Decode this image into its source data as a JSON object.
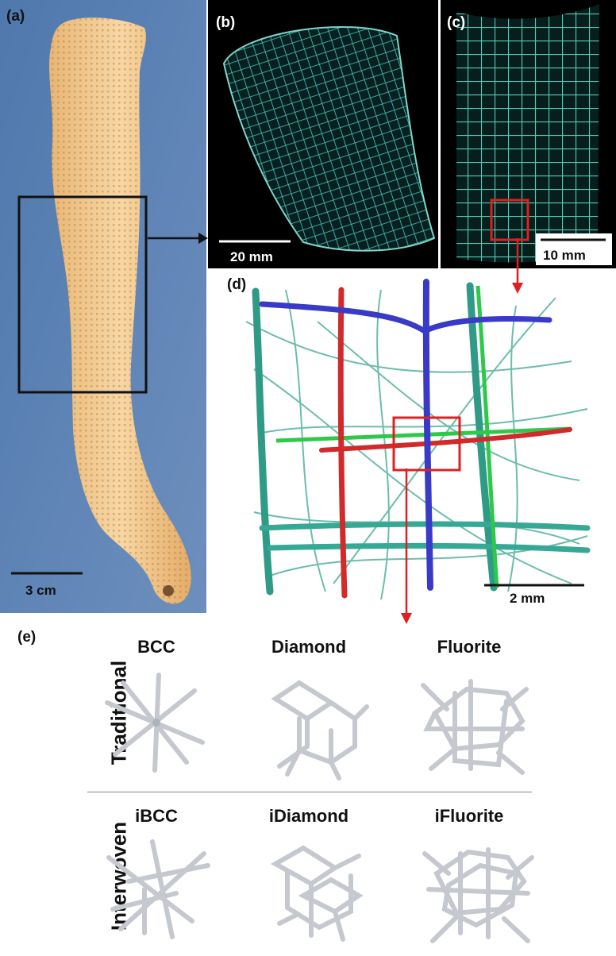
{
  "panels": {
    "a": {
      "label": "(a)",
      "scale": "3 cm"
    },
    "b": {
      "label": "(b)",
      "scale": "20 mm"
    },
    "c": {
      "label": "(c)",
      "scale": "10 mm"
    },
    "d": {
      "label": "(d)",
      "scale": "2 mm"
    },
    "e": {
      "label": "(e)"
    }
  },
  "structures": {
    "rows": [
      {
        "label": "Traditional",
        "items": [
          "BCC",
          "Diamond",
          "Fluorite"
        ]
      },
      {
        "label": "Interwoven",
        "items": [
          "iBCC",
          "iDiamond",
          "iFluorite"
        ]
      }
    ]
  },
  "colors": {
    "sponge_bg": "#5a7fb0",
    "sponge": "#f2c98e",
    "lattice_fiber": "#3fc3c0",
    "highlight_box": "#e02020",
    "fiber_red": "#d22a2a",
    "fiber_blue": "#3a3ac8",
    "fiber_green": "#2ec84a",
    "strut": "#c9ccd2"
  }
}
